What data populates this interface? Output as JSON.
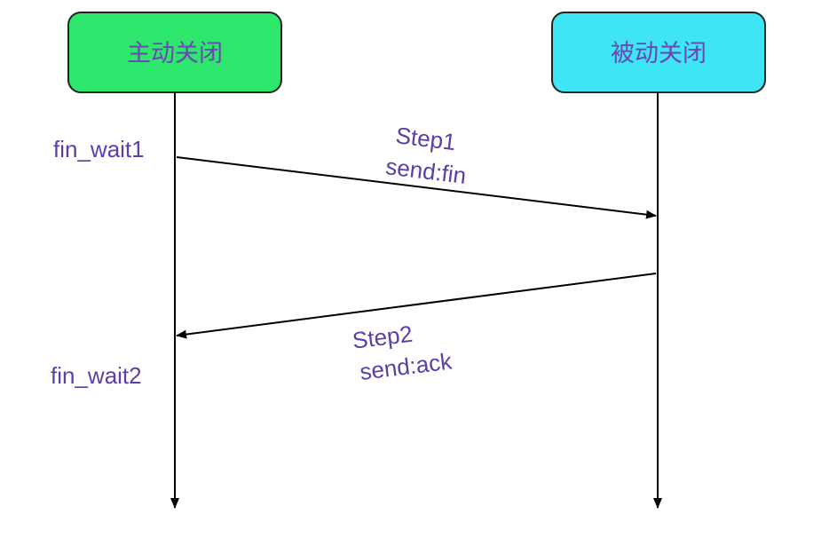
{
  "participants": {
    "active": {
      "label": "主动关闭",
      "color": "#2ee86e"
    },
    "passive": {
      "label": "被动关闭",
      "color": "#3ee6f5"
    }
  },
  "states": {
    "state1": "fin_wait1",
    "state2": "fin_wait2"
  },
  "messages": [
    {
      "step": "Step1",
      "detail": "send:fin",
      "from": "active",
      "to": "passive"
    },
    {
      "step": "Step2",
      "detail": "send:ack",
      "from": "passive",
      "to": "active"
    }
  ],
  "colors": {
    "text": "#5b3ea8",
    "line": "#000000"
  }
}
